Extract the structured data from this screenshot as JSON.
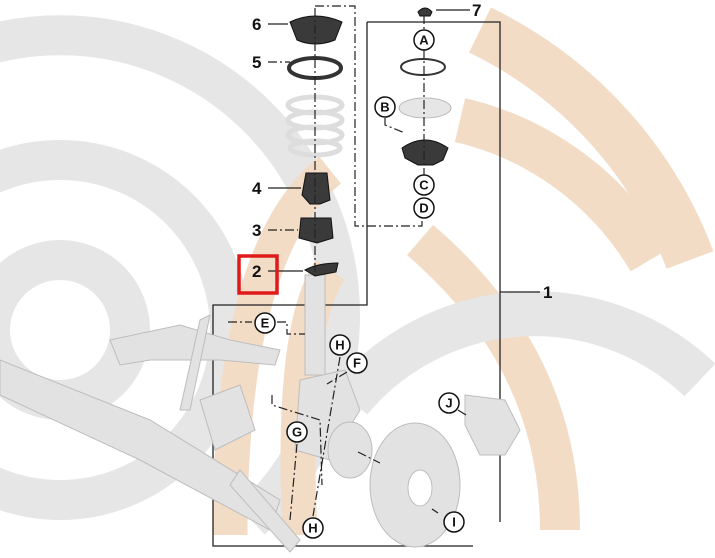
{
  "diagram": {
    "part_numbers": [
      "1",
      "2",
      "3",
      "4",
      "5",
      "6",
      "7"
    ],
    "highlighted_part": "2",
    "highlight_color": "#e0191b",
    "callouts": [
      "A",
      "B",
      "C",
      "D",
      "E",
      "F",
      "G",
      "H",
      "I",
      "J",
      "H"
    ],
    "watermark_colors": {
      "grey": "#e4e4e4",
      "beige": "#f3dcc6"
    }
  }
}
